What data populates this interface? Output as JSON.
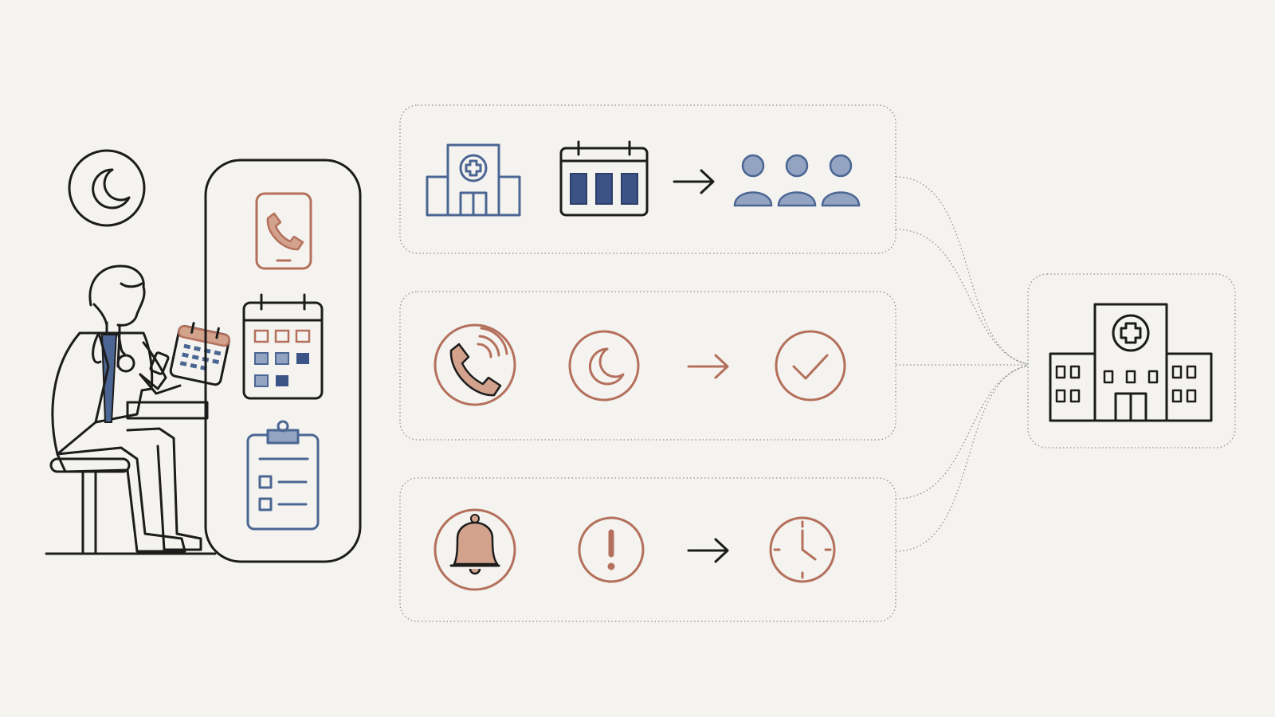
{
  "colors": {
    "background": "#f4f3ef",
    "ink": "#1c1c1c",
    "navy": "#4b6693",
    "navy_fill": "#93a4c2",
    "navy_dark": "#3b5387",
    "terracotta": "#b4705c",
    "terracotta_fill": "#d2a28d",
    "dotted_border": "#9a9a96"
  },
  "scene": {
    "figure": "clinician-seated-at-desk-with-tablet",
    "night_badge": "moon-icon",
    "tool_panel": [
      "phone-icon",
      "calendar-icon",
      "clipboard-checklist-icon"
    ]
  },
  "flows": [
    {
      "name": "staffing",
      "icons": [
        "hospital-icon",
        "schedule-calendar-icon",
        "arrow-right-icon",
        "staff-group-icon"
      ],
      "accent": "navy"
    },
    {
      "name": "night-calls",
      "icons": [
        "phone-ringing-icon",
        "moon-icon",
        "arrow-right-icon",
        "check-circle-icon"
      ],
      "accent": "terracotta"
    },
    {
      "name": "alerts",
      "icons": [
        "bell-icon",
        "alert-icon",
        "arrow-right-icon",
        "clock-icon"
      ],
      "accent": "terracotta"
    }
  ],
  "destination": "hospital-building-icon"
}
